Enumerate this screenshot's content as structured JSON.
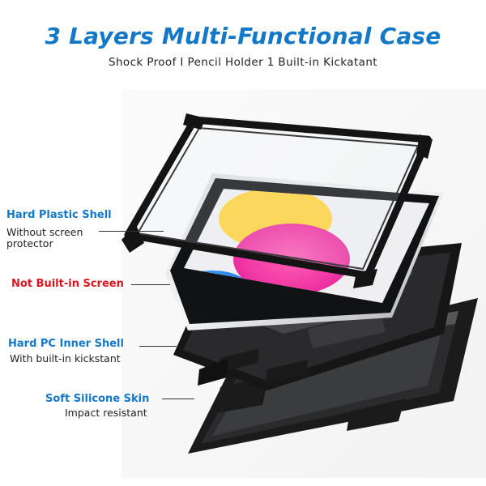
{
  "title": "3 Layers Multi-Functional Case",
  "subtitle": "Shock Proof I Pencil Holder 1 Built-in Kickatant",
  "colors": {
    "accent": "#1478c8",
    "warning": "#e0141e",
    "case": "#1d1d1f"
  },
  "callouts": [
    {
      "label": "Hard Plastic Shell",
      "desc_line1": "Without screen",
      "desc_line2": "protector",
      "color": "#1478c8"
    },
    {
      "label": "Not Built-in Screen",
      "color": "#e0141e"
    },
    {
      "label": "Hard PC Inner Shell",
      "desc_line1": "With built-in kickstant",
      "color": "#1478c8"
    },
    {
      "label": "Soft Silicone Skin",
      "desc_line1": "Impact resistant",
      "color": "#1478c8"
    }
  ]
}
